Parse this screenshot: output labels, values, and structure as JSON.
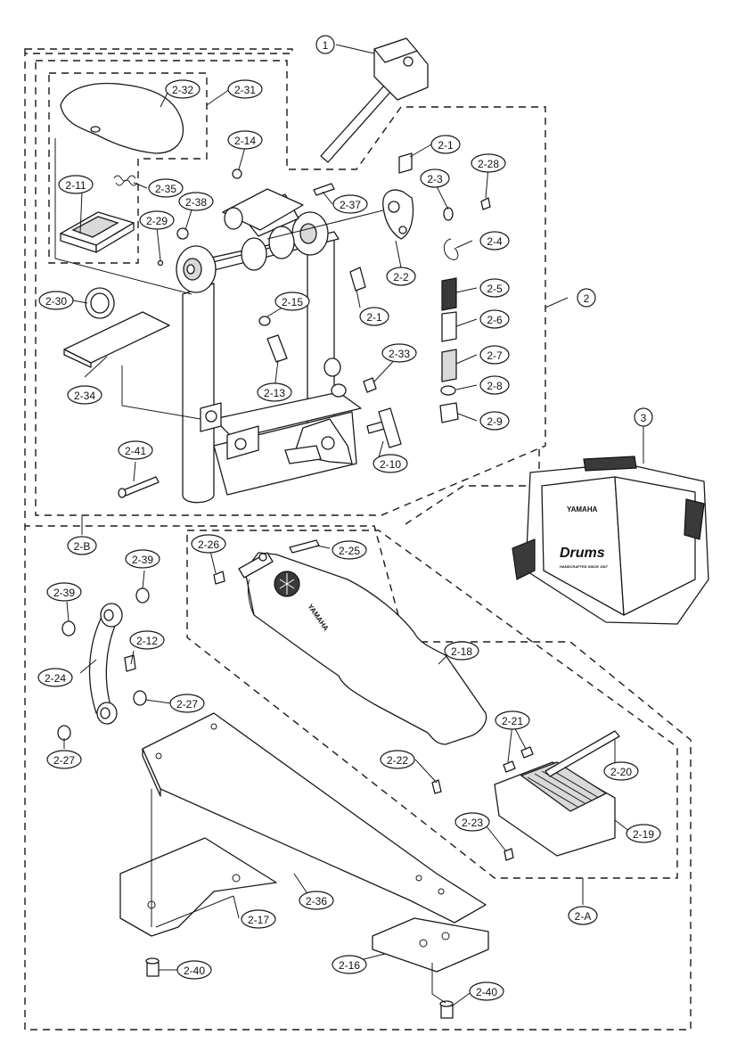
{
  "labels": [
    {
      "id": "p1",
      "text": "1"
    },
    {
      "id": "p2",
      "text": "2"
    },
    {
      "id": "p3",
      "text": "3"
    },
    {
      "id": "p2A",
      "text": "2-A"
    },
    {
      "id": "p2B",
      "text": "2-B"
    },
    {
      "id": "p2_1a",
      "text": "2-1"
    },
    {
      "id": "p2_1b",
      "text": "2-1"
    },
    {
      "id": "p2_2",
      "text": "2-2"
    },
    {
      "id": "p2_3",
      "text": "2-3"
    },
    {
      "id": "p2_4",
      "text": "2-4"
    },
    {
      "id": "p2_5",
      "text": "2-5"
    },
    {
      "id": "p2_6",
      "text": "2-6"
    },
    {
      "id": "p2_7",
      "text": "2-7"
    },
    {
      "id": "p2_8",
      "text": "2-8"
    },
    {
      "id": "p2_9",
      "text": "2-9"
    },
    {
      "id": "p2_10",
      "text": "2-10"
    },
    {
      "id": "p2_11",
      "text": "2-11"
    },
    {
      "id": "p2_12",
      "text": "2-12"
    },
    {
      "id": "p2_13",
      "text": "2-13"
    },
    {
      "id": "p2_14",
      "text": "2-14"
    },
    {
      "id": "p2_15",
      "text": "2-15"
    },
    {
      "id": "p2_16",
      "text": "2-16"
    },
    {
      "id": "p2_17",
      "text": "2-17"
    },
    {
      "id": "p2_18",
      "text": "2-18"
    },
    {
      "id": "p2_19",
      "text": "2-19"
    },
    {
      "id": "p2_20",
      "text": "2-20"
    },
    {
      "id": "p2_21",
      "text": "2-21"
    },
    {
      "id": "p2_22",
      "text": "2-22"
    },
    {
      "id": "p2_23",
      "text": "2-23"
    },
    {
      "id": "p2_24",
      "text": "2-24"
    },
    {
      "id": "p2_25",
      "text": "2-25"
    },
    {
      "id": "p2_26",
      "text": "2-26"
    },
    {
      "id": "p2_27a",
      "text": "2-27"
    },
    {
      "id": "p2_27b",
      "text": "2-27"
    },
    {
      "id": "p2_28",
      "text": "2-28"
    },
    {
      "id": "p2_29",
      "text": "2-29"
    },
    {
      "id": "p2_30",
      "text": "2-30"
    },
    {
      "id": "p2_31",
      "text": "2-31"
    },
    {
      "id": "p2_32",
      "text": "2-32"
    },
    {
      "id": "p2_33",
      "text": "2-33"
    },
    {
      "id": "p2_34",
      "text": "2-34"
    },
    {
      "id": "p2_35",
      "text": "2-35"
    },
    {
      "id": "p2_36",
      "text": "2-36"
    },
    {
      "id": "p2_37",
      "text": "2-37"
    },
    {
      "id": "p2_38",
      "text": "2-38"
    },
    {
      "id": "p2_39a",
      "text": "2-39"
    },
    {
      "id": "p2_39b",
      "text": "2-39"
    },
    {
      "id": "p2_40a",
      "text": "2-40"
    },
    {
      "id": "p2_40b",
      "text": "2-40"
    },
    {
      "id": "p2_41",
      "text": "2-41"
    }
  ],
  "brand": {
    "footboard_logo": "YAMAHA",
    "bag_logo": "YAMAHA",
    "bag_script": "Drums",
    "bag_tagline": "HANDCRAFTED SINCE 1967"
  },
  "icons": [
    "tuning-fork-emblem-icon"
  ]
}
